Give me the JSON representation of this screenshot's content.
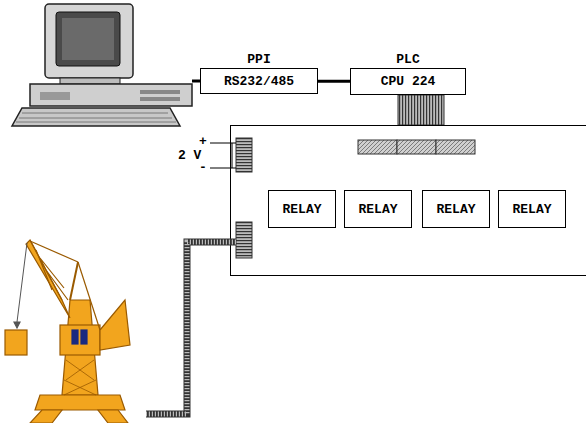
{
  "diagram": {
    "nodes": [
      {
        "text": [
          "PPI",
          "RS232/485"
        ]
      },
      {
        "text": [
          "PLC",
          "CPU 224"
        ]
      },
      {
        "text": [
          "RELAY"
        ]
      },
      {
        "text": [
          "RELAY"
        ]
      },
      {
        "text": [
          "RELAY"
        ]
      },
      {
        "text": [
          "RELAY"
        ]
      }
    ],
    "edges": [
      {
        "from": 0,
        "to": 1,
        "arrow": "none"
      }
    ],
    "labels": [
      "+",
      "2 V",
      "-"
    ]
  }
}
